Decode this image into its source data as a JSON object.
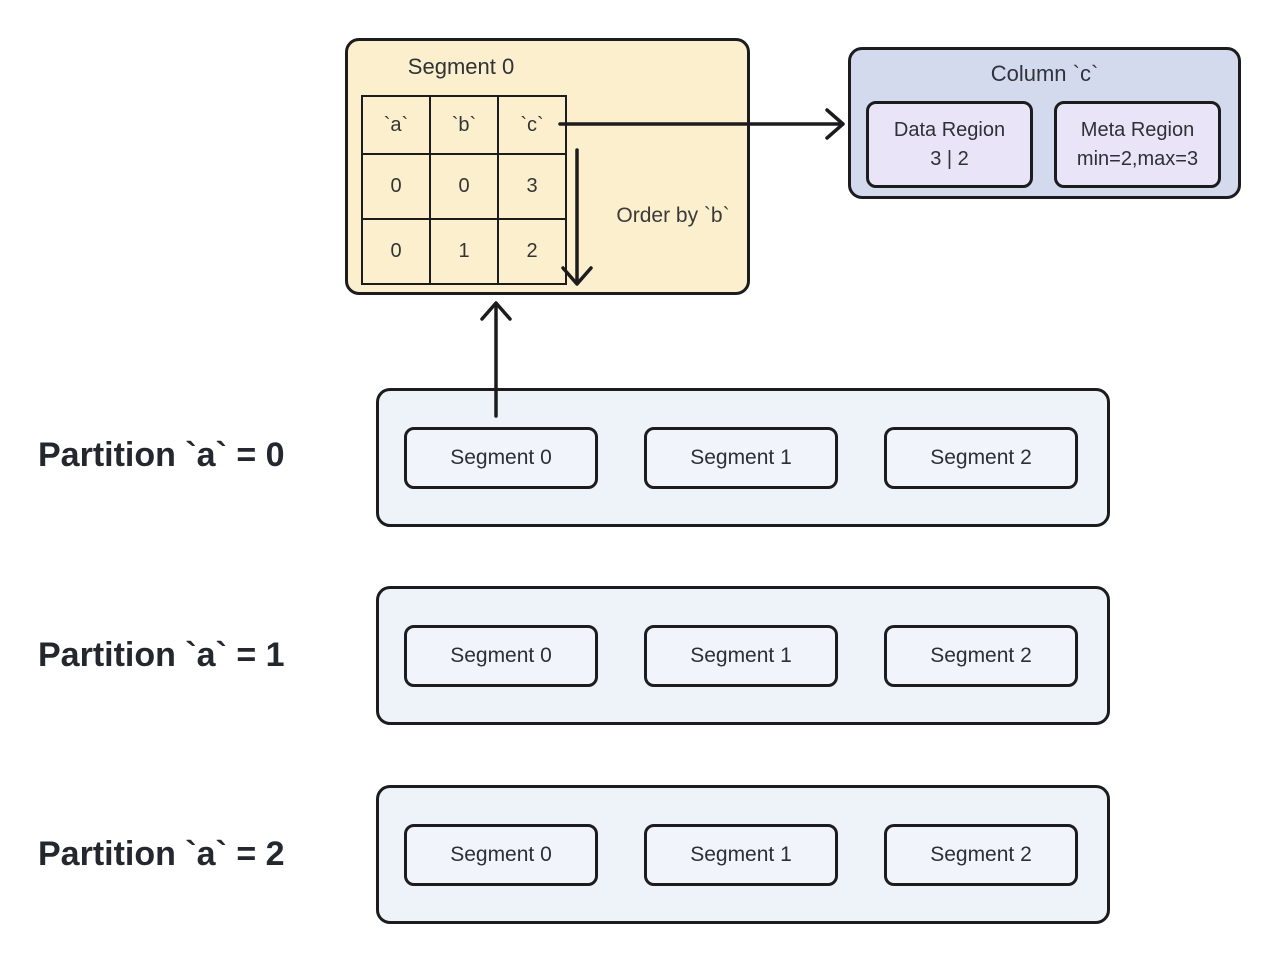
{
  "detail_segment": {
    "title": "Segment 0",
    "table": {
      "headers": [
        "`a`",
        "`b`",
        "`c`"
      ],
      "rows": [
        [
          "0",
          "0",
          "3"
        ],
        [
          "0",
          "1",
          "2"
        ]
      ]
    },
    "order_note": "Order by `b`"
  },
  "column_box": {
    "title": "Column `c`",
    "data_region": {
      "title": "Data Region",
      "value": "3 | 2"
    },
    "meta_region": {
      "title": "Meta Region",
      "value": "min=2,max=3"
    }
  },
  "partitions": [
    {
      "label": "Partition `a` = 0",
      "segments": [
        "Segment 0",
        "Segment 1",
        "Segment 2"
      ]
    },
    {
      "label": "Partition `a` = 1",
      "segments": [
        "Segment 0",
        "Segment 1",
        "Segment 2"
      ]
    },
    {
      "label": "Partition `a` = 2",
      "segments": [
        "Segment 0",
        "Segment 1",
        "Segment 2"
      ]
    }
  ],
  "colors": {
    "segment-detail-fill": "#fbefcd",
    "column-box-fill": "#d3daee",
    "region-fill": "#e9e4f7",
    "partition-fill": "#eef2f9",
    "chip-fill": "#f1f4fa",
    "stroke": "#1c1c1e",
    "label-text": "#24272e"
  }
}
